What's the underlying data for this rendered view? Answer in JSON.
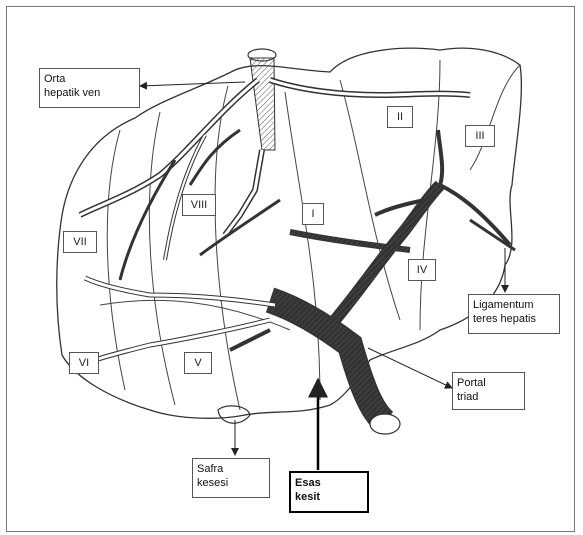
{
  "labels": {
    "orta_hepatik_ven": "Orta\nhepatik ven",
    "ligamentum": "Ligamentum\nteres hepatis",
    "portal_triad": "Portal\ntriad",
    "safra_kesesi": "Safra\nkesesi",
    "esas_kesit": "Esas\nkesit"
  },
  "segments": [
    "I",
    "II",
    "III",
    "IV",
    "V",
    "VI",
    "VII",
    "VIII"
  ],
  "colors": {
    "line": "#333333",
    "box_border": "#555555",
    "accent_border": "#000000"
  }
}
